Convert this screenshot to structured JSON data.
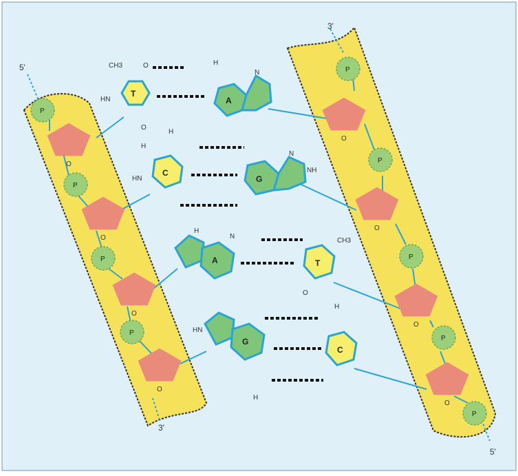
{
  "colors": {
    "background": "#dff0f9",
    "frame": "#9fb6c4",
    "backbone": "#f6e25a",
    "backbone_edge": "#2f2f2f",
    "sugar": "#e98a7b",
    "phosphate": "#9ccf7a",
    "purine": "#7fc67b",
    "pyrimidine": "#f7ef6b",
    "ring_outline": "#2aa3d6",
    "bond": "#2aa3d6",
    "hbond": "#111111"
  },
  "strand_ends": {
    "left_top": "5'",
    "left_bottom": "3'",
    "right_top": "3'",
    "right_bottom": "5'"
  },
  "phosphate_label": "P",
  "ring_atom_o": "O",
  "base_pairs": [
    {
      "left_base": "T",
      "right_base": "A"
    },
    {
      "left_base": "C",
      "right_base": "G"
    },
    {
      "left_base": "A",
      "right_base": "T"
    },
    {
      "left_base": "G",
      "right_base": "C"
    }
  ],
  "atoms": {
    "methyl": "CH3",
    "h": "H",
    "hn": "HN",
    "n": "N",
    "nh": "NH",
    "o": "O"
  }
}
